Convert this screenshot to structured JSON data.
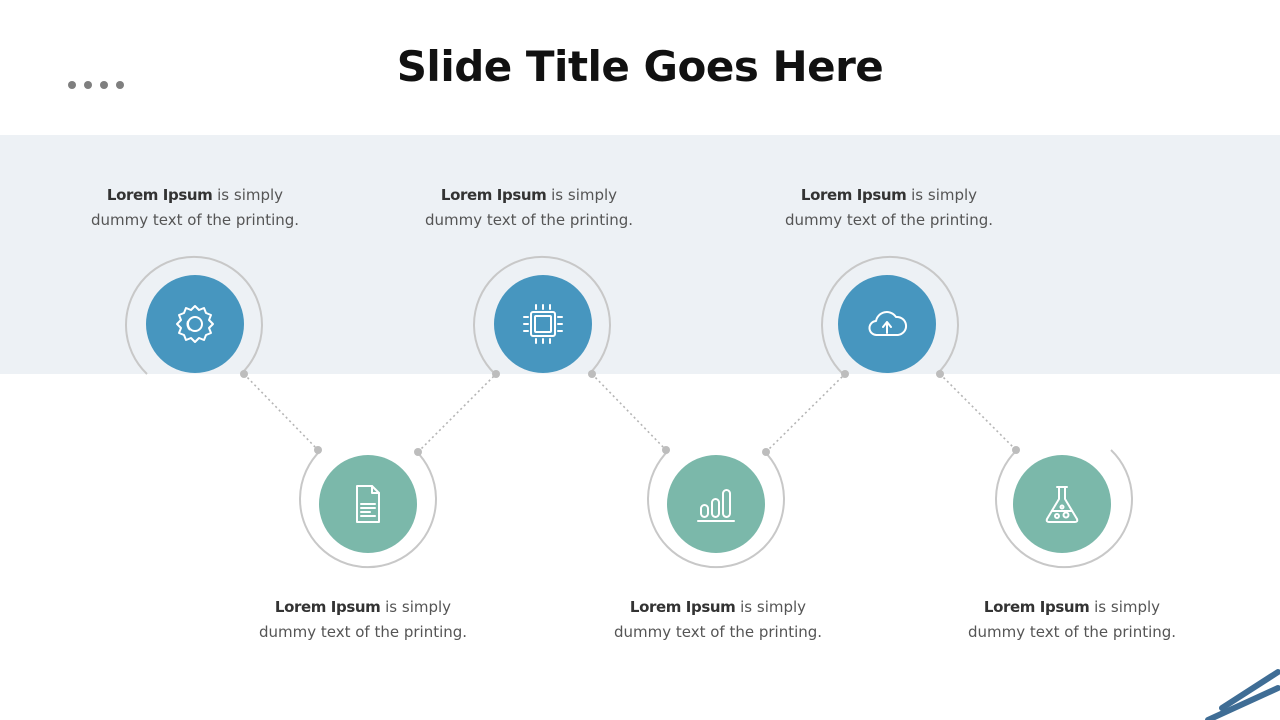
{
  "slide": {
    "title": "Slide Title Goes Here"
  },
  "steps": [
    {
      "bold": "Lorem Ipsum",
      "rest": " is simply",
      "line2": "dummy text of the printing.",
      "icon": "gear-icon",
      "color": "#4796bf"
    },
    {
      "bold": "Lorem Ipsum",
      "rest": " is simply",
      "line2": "dummy text of the printing.",
      "icon": "document-icon",
      "color": "#7bb8aa"
    },
    {
      "bold": "Lorem Ipsum",
      "rest": " is simply",
      "line2": "dummy text of the printing.",
      "icon": "chip-icon",
      "color": "#4796bf"
    },
    {
      "bold": "Lorem Ipsum",
      "rest": " is simply",
      "line2": "dummy text of the printing.",
      "icon": "bar-chart-icon",
      "color": "#7bb8aa"
    },
    {
      "bold": "Lorem Ipsum",
      "rest": " is simply",
      "line2": "dummy text of the printing.",
      "icon": "cloud-upload-icon",
      "color": "#4796bf"
    },
    {
      "bold": "Lorem Ipsum",
      "rest": " is simply",
      "line2": "dummy text of the printing.",
      "icon": "flask-icon",
      "color": "#7bb8aa"
    }
  ],
  "colors": {
    "band": "#edf1f5",
    "blue": "#4796bf",
    "teal": "#7bb8aa",
    "ring": "#c8c8c8",
    "accent": "#3f6d95"
  }
}
